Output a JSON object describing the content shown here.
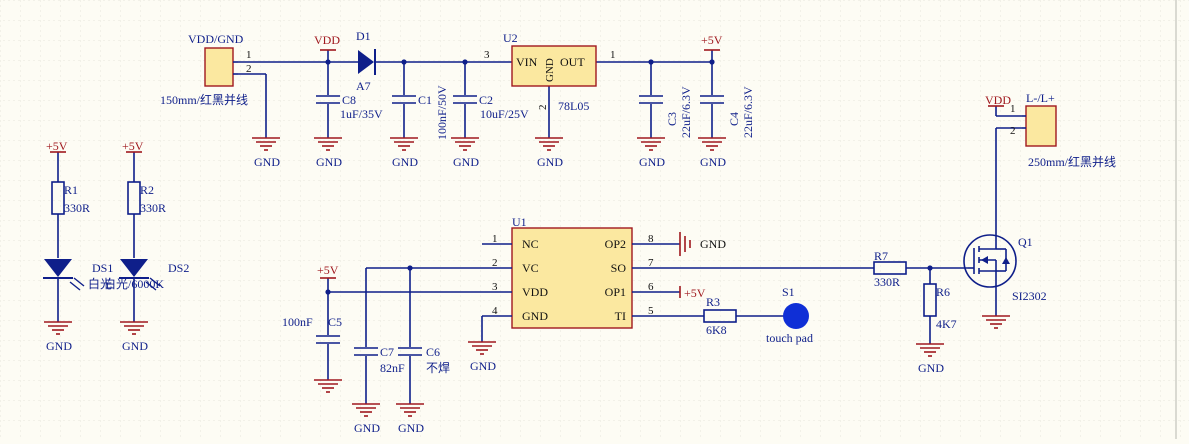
{
  "colors": {
    "wire": "#0f1f8a",
    "ground": "#a0181e",
    "connector_fill": "#fbe8a0",
    "connector_stroke": "#a0181e",
    "label_red": "#a0181e",
    "label_blue": "#0f1f8a",
    "label_black": "#111111",
    "grid": "#e6e6dc",
    "background": "#fdfcf4"
  },
  "power": {
    "input_connector": {
      "name": "VDD/GND",
      "note": "150mm/红黑并线",
      "pin1": "1",
      "pin2": "2"
    },
    "vdd_label": "VDD",
    "diode": {
      "ref": "D1",
      "part": "A7"
    },
    "c8": {
      "ref": "C8",
      "value": "1uF/35V"
    },
    "c1": {
      "ref": "C1",
      "value": "100nF/50V"
    },
    "c2": {
      "ref": "C2",
      "value": "10uF/25V"
    },
    "regulator": {
      "ref": "U2",
      "vin": "VIN",
      "gnd": "GND",
      "out": "OUT",
      "pin_in": "3",
      "pin_out": "1",
      "pin_gnd": "2",
      "part": "78L05"
    },
    "c3": {
      "ref": "C3",
      "value": "22uF/6.3V"
    },
    "c4": {
      "ref": "C4",
      "value": "22uF/6.3V"
    },
    "out_label": "+5V"
  },
  "gnd_label": "GND",
  "leds": {
    "rail": "+5V",
    "r1": {
      "ref": "R1",
      "value": "330R"
    },
    "r2": {
      "ref": "R2",
      "value": "330R"
    },
    "ds1": {
      "ref": "DS1",
      "value": "白光"
    },
    "ds2": {
      "ref": "DS2",
      "value": "白光/6000K"
    }
  },
  "touch": {
    "ic": {
      "ref": "U1",
      "left_pins": [
        {
          "num": "1",
          "name": "NC"
        },
        {
          "num": "2",
          "name": "VC"
        },
        {
          "num": "3",
          "name": "VDD"
        },
        {
          "num": "4",
          "name": "GND"
        }
      ],
      "right_pins": [
        {
          "num": "8",
          "name": "OP2"
        },
        {
          "num": "7",
          "name": "SO"
        },
        {
          "num": "6",
          "name": "OP1"
        },
        {
          "num": "5",
          "name": "TI"
        }
      ]
    },
    "rail": "+5V",
    "op2_gnd": "GND",
    "op1_rail": "+5V",
    "c5": {
      "ref": "C5",
      "value": "100nF"
    },
    "c7": {
      "ref": "C7",
      "value": "82nF"
    },
    "c6": {
      "ref": "C6",
      "value": "不焊"
    },
    "r3": {
      "ref": "R3",
      "value": "6K8"
    },
    "s1": {
      "ref": "S1",
      "value": "touch pad"
    }
  },
  "output": {
    "r7": {
      "ref": "R7",
      "value": "330R"
    },
    "r6": {
      "ref": "R6",
      "value": "4K7"
    },
    "q1": {
      "ref": "Q1",
      "value": "SI2302"
    },
    "connector": {
      "name": "L-/L+",
      "note": "250mm/红黑并线",
      "pin1": "1",
      "pin2": "2"
    },
    "vdd_label": "VDD"
  }
}
